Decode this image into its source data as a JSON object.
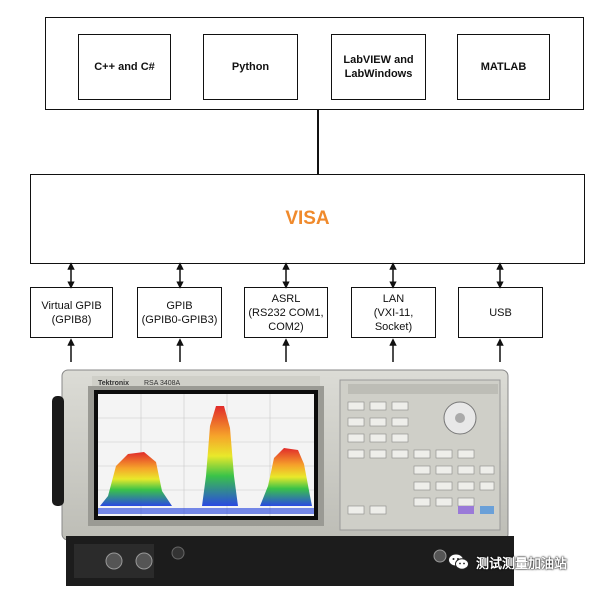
{
  "languages": [
    {
      "label": "C++ and C#"
    },
    {
      "label": "Python"
    },
    {
      "label": "LabVIEW and\nLabWindows"
    },
    {
      "label": "MATLAB"
    }
  ],
  "visa": {
    "label": "VISA",
    "color": "#f08a2c"
  },
  "interfaces": [
    {
      "label": "Virtual GPIB\n(GPIB8)"
    },
    {
      "label": "GPIB\n(GPIB0-GPIB3)"
    },
    {
      "label": "ASRL\n(RS232 COM1,\nCOM2)"
    },
    {
      "label": "LAN\n(VXI-11, Socket)"
    },
    {
      "label": "USB"
    }
  ],
  "instrument": {
    "brand": "Tektronix",
    "model": "RSA 3408A",
    "icon": "spectrum-analyzer-icon"
  },
  "watermark": {
    "text": "测试测量加油站",
    "icon": "wechat-icon"
  }
}
